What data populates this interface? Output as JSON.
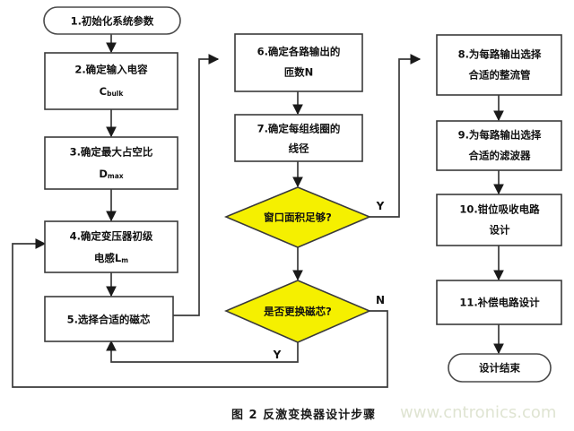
{
  "figure": {
    "caption": "图 2 反激变换器设计步骤",
    "watermark": "www.cntronics.com",
    "diamond_fill": "#f5f000",
    "box_fill": "#ffffff",
    "line_color": "#3a3a3a"
  },
  "chart_data": {
    "type": "diagram",
    "title": "图 2 反激变换器设计步骤",
    "nodes": [
      {
        "id": "start",
        "shape": "terminator",
        "label_lines": [
          "1.初始化系统参数"
        ]
      },
      {
        "id": "n2",
        "shape": "process",
        "label_lines": [
          "2.确定输入电容",
          "C"
        ],
        "subscript": "bulk"
      },
      {
        "id": "n3",
        "shape": "process",
        "label_lines": [
          "3.确定最大占空比",
          "D"
        ],
        "subscript": "max"
      },
      {
        "id": "n4",
        "shape": "process",
        "label_lines": [
          "4.确定变压器初级",
          "电感L"
        ],
        "subscript": "m"
      },
      {
        "id": "n5",
        "shape": "process",
        "label_lines": [
          "5.选择合适的磁芯"
        ]
      },
      {
        "id": "n6",
        "shape": "process",
        "label_lines": [
          "6.确定各路输出的",
          "匝数N"
        ]
      },
      {
        "id": "n7",
        "shape": "process",
        "label_lines": [
          "7.确定每组线圈的",
          "线径"
        ]
      },
      {
        "id": "d1",
        "shape": "decision",
        "label_lines": [
          "窗口面积足够?"
        ]
      },
      {
        "id": "d2",
        "shape": "decision",
        "label_lines": [
          "是否更换磁芯?"
        ]
      },
      {
        "id": "n8",
        "shape": "process",
        "label_lines": [
          "8.为每路输出选择",
          "合适的整流管"
        ]
      },
      {
        "id": "n9",
        "shape": "process",
        "label_lines": [
          "9.为每路输出选择",
          "合适的滤波器"
        ]
      },
      {
        "id": "n10",
        "shape": "process",
        "label_lines": [
          "10.钳位吸收电路",
          "设计"
        ]
      },
      {
        "id": "n11",
        "shape": "process",
        "label_lines": [
          "11.补偿电路设计"
        ]
      },
      {
        "id": "end",
        "shape": "terminator",
        "label_lines": [
          "设计结束"
        ]
      }
    ],
    "edges": [
      {
        "from": "start",
        "to": "n2",
        "label": ""
      },
      {
        "from": "n2",
        "to": "n3",
        "label": ""
      },
      {
        "from": "n3",
        "to": "n4",
        "label": ""
      },
      {
        "from": "n4",
        "to": "n5",
        "label": ""
      },
      {
        "from": "n5",
        "to": "n6",
        "label": ""
      },
      {
        "from": "n6",
        "to": "n7",
        "label": ""
      },
      {
        "from": "n7",
        "to": "d1",
        "label": ""
      },
      {
        "from": "d1",
        "to": "n8",
        "label": "Y"
      },
      {
        "from": "d1",
        "to": "d2",
        "label": ""
      },
      {
        "from": "d2",
        "to": "n5",
        "label": "Y"
      },
      {
        "from": "d2",
        "to": "n4",
        "label": "N"
      },
      {
        "from": "n8",
        "to": "n9",
        "label": ""
      },
      {
        "from": "n9",
        "to": "n10",
        "label": ""
      },
      {
        "from": "n10",
        "to": "n11",
        "label": ""
      },
      {
        "from": "n11",
        "to": "end",
        "label": ""
      }
    ],
    "branch_labels": {
      "d1_yes": "Y",
      "d2_no": "N",
      "d2_yes": "Y"
    }
  },
  "nodes": {
    "start": {
      "line1": "1.初始化系统参数"
    },
    "n2": {
      "line1": "2.确定输入电容",
      "line2": "C",
      "sub": "bulk"
    },
    "n3": {
      "line1": "3.确定最大占空比",
      "line2": "D",
      "sub": "max"
    },
    "n4": {
      "line1": "4.确定变压器初级",
      "line2": "电感L",
      "sub": "m"
    },
    "n5": {
      "line1": "5.选择合适的磁芯"
    },
    "n6": {
      "line1": "6.确定各路输出的",
      "line2": "匝数N"
    },
    "n7": {
      "line1": "7.确定每组线圈的",
      "line2": "线径"
    },
    "d1": {
      "line1": "窗口面积足够?"
    },
    "d2": {
      "line1": "是否更换磁芯?"
    },
    "n8": {
      "line1": "8.为每路输出选择",
      "line2": "合适的整流管"
    },
    "n9": {
      "line1": "9.为每路输出选择",
      "line2": "合适的滤波器"
    },
    "n10": {
      "line1": "10.钳位吸收电路",
      "line2": "设计"
    },
    "n11": {
      "line1": "11.补偿电路设计"
    },
    "end": {
      "line1": "设计结束"
    }
  },
  "labels": {
    "d1_yes": "Y",
    "d2_no": "N",
    "d2_yes": "Y"
  }
}
